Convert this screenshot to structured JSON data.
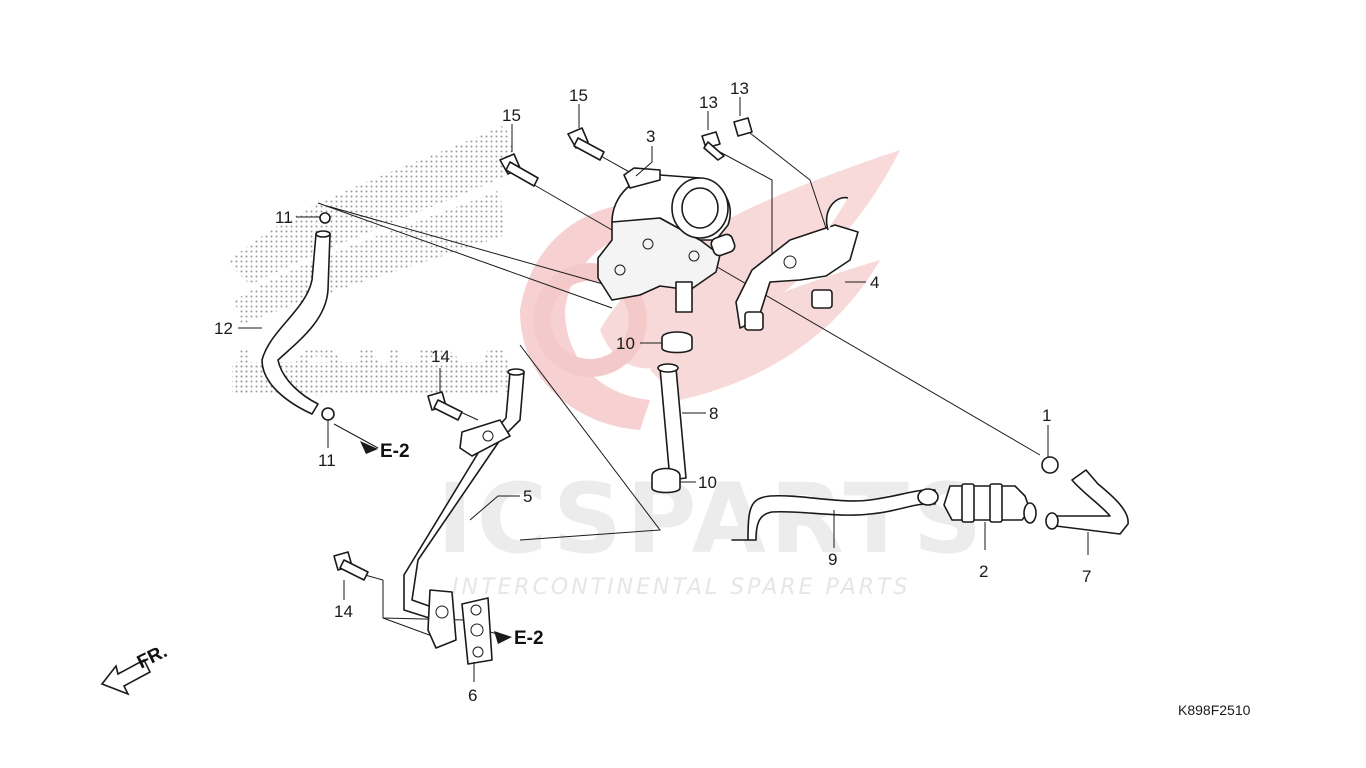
{
  "diagram": {
    "drawing_code": "K898F2510",
    "front_marker": "FR.",
    "watermark": {
      "name": "ICSPARTS",
      "tagline": "INTERCONTINENTAL SPARE PARTS",
      "brand": "HONDA"
    },
    "callouts": [
      {
        "id": "c1",
        "label": "1"
      },
      {
        "id": "c2",
        "label": "2"
      },
      {
        "id": "c3",
        "label": "3"
      },
      {
        "id": "c4",
        "label": "4"
      },
      {
        "id": "c5",
        "label": "5"
      },
      {
        "id": "c6",
        "label": "6"
      },
      {
        "id": "c7",
        "label": "7"
      },
      {
        "id": "c8",
        "label": "8"
      },
      {
        "id": "c9",
        "label": "9"
      },
      {
        "id": "c10a",
        "label": "10"
      },
      {
        "id": "c10b",
        "label": "10"
      },
      {
        "id": "c11a",
        "label": "11"
      },
      {
        "id": "c11b",
        "label": "11"
      },
      {
        "id": "c12",
        "label": "12"
      },
      {
        "id": "c13a",
        "label": "13"
      },
      {
        "id": "c13b",
        "label": "13"
      },
      {
        "id": "c14a",
        "label": "14"
      },
      {
        "id": "c14b",
        "label": "14"
      },
      {
        "id": "c15a",
        "label": "15"
      },
      {
        "id": "c15b",
        "label": "15"
      }
    ],
    "refs": [
      {
        "id": "r1",
        "label": "E-2"
      },
      {
        "id": "r2",
        "label": "E-2"
      }
    ]
  }
}
